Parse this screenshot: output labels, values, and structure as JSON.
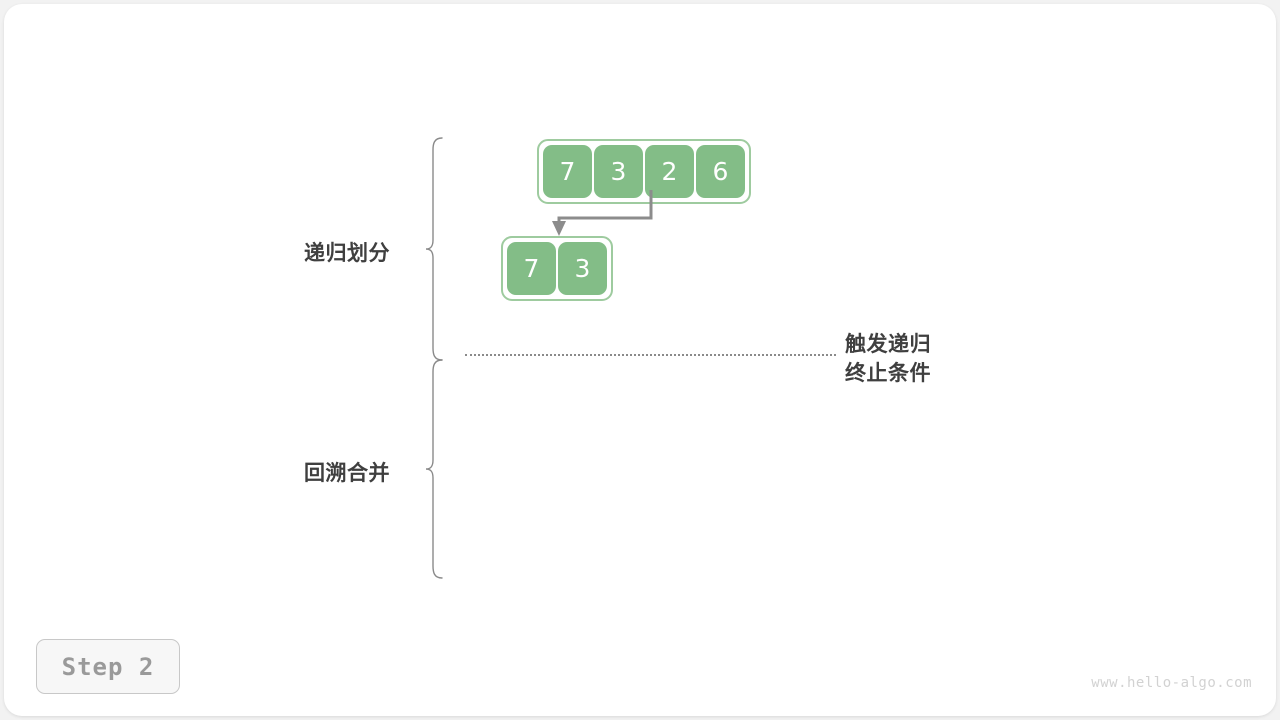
{
  "page": {
    "background_color": "#ffffff",
    "card_color": "#ffffff"
  },
  "colors": {
    "cell_fill": "#83bd87",
    "cell_text": "#ffffff",
    "array_border": "#9ecb9f",
    "arrow": "#8c8c8c",
    "brace": "#8a8a8a",
    "label_text": "#3f3f3f",
    "dotted_line": "#8a8a8a",
    "badge_text": "#9a9a9a",
    "watermark": "#d2d2d2"
  },
  "arrays": [
    {
      "name": "original-array",
      "values": [
        "7",
        "3",
        "2",
        "6"
      ]
    },
    {
      "name": "left-subarray",
      "values": [
        "7",
        "3"
      ]
    }
  ],
  "stages": [
    {
      "label": "递归划分"
    },
    {
      "label": "回溯合并"
    }
  ],
  "annotation": {
    "line1": "触发递归",
    "line2": "终止条件"
  },
  "step_badge": {
    "label": "Step 2"
  },
  "watermark": {
    "text": "www.hello-algo.com"
  }
}
